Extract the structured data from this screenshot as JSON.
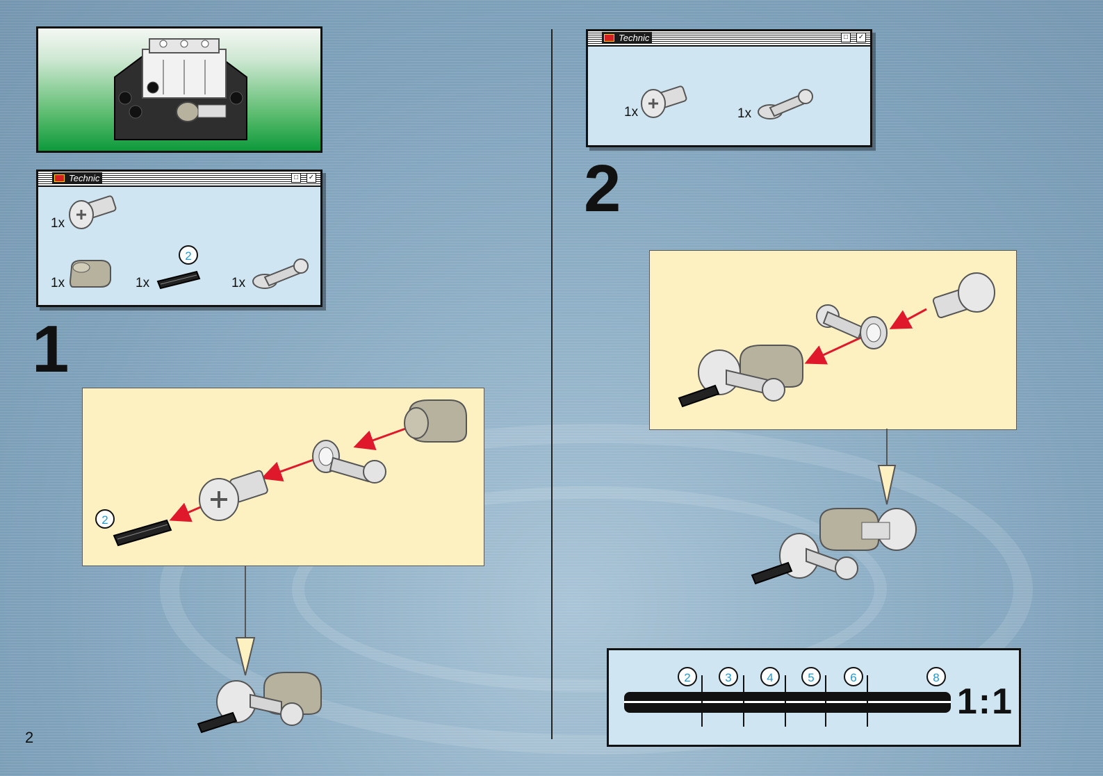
{
  "page_number": "2",
  "brand_label": "Technic",
  "step1": {
    "number": "1",
    "parts": [
      {
        "qty": "1x",
        "part": "pin-with-axle"
      },
      {
        "qty": "1x",
        "part": "cam-connector"
      },
      {
        "qty": "1x",
        "part": "axle",
        "length_badge": "2"
      },
      {
        "qty": "1x",
        "part": "crank-arm"
      }
    ],
    "axle_badge": "2"
  },
  "step2": {
    "number": "2",
    "parts": [
      {
        "qty": "1x",
        "part": "pin-with-axle"
      },
      {
        "qty": "1x",
        "part": "crank-arm"
      }
    ]
  },
  "ruler": {
    "marks": [
      "2",
      "3",
      "4",
      "5",
      "6",
      "8"
    ],
    "scale_label": "1:1"
  },
  "colors": {
    "panel_bg": "#fdf1c2",
    "window_bg": "#cfe5f1",
    "arrow_red": "#e0182b",
    "badge_blue": "#1e9ad6",
    "preview_green": "#0e9a3c"
  }
}
